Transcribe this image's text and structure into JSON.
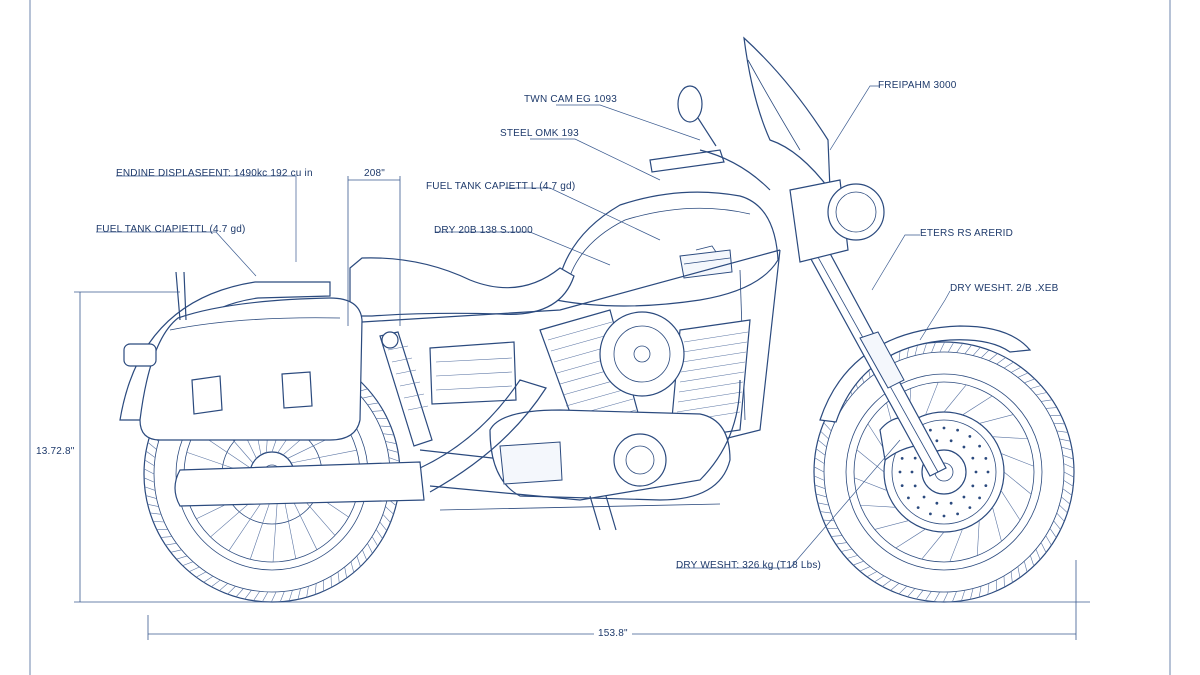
{
  "labels": {
    "twin_cam": "TWN CAM EG 1093",
    "steel": "STEEL OMK 193",
    "fuel_tank_top": "FUEL TANK CAPIETT L (4.7 gd)",
    "dry_upper": "DRY 20B 138 S.1000",
    "engine_disp": "ENDINE DISPLASEENT: 1490kc 192 cu in",
    "fuel_tank_left": "FUEL TANK CIAPIETTL (4.7 gd)",
    "dim_top": "208\"",
    "freipahm": "FREIPAHM 3000",
    "eterns": "ETERS RS ARERID",
    "dry_weight_right": "DRY WESHT. 2/B .XEB",
    "dry_weight_bottom": "DRY WESHT: 326 kg (T18 Lbs)",
    "height": "13.72.8\"",
    "length": "153.8\""
  },
  "colors": {
    "line": "#2b4a7e",
    "text": "#1e3a6b",
    "frame": "#6e84ad"
  }
}
